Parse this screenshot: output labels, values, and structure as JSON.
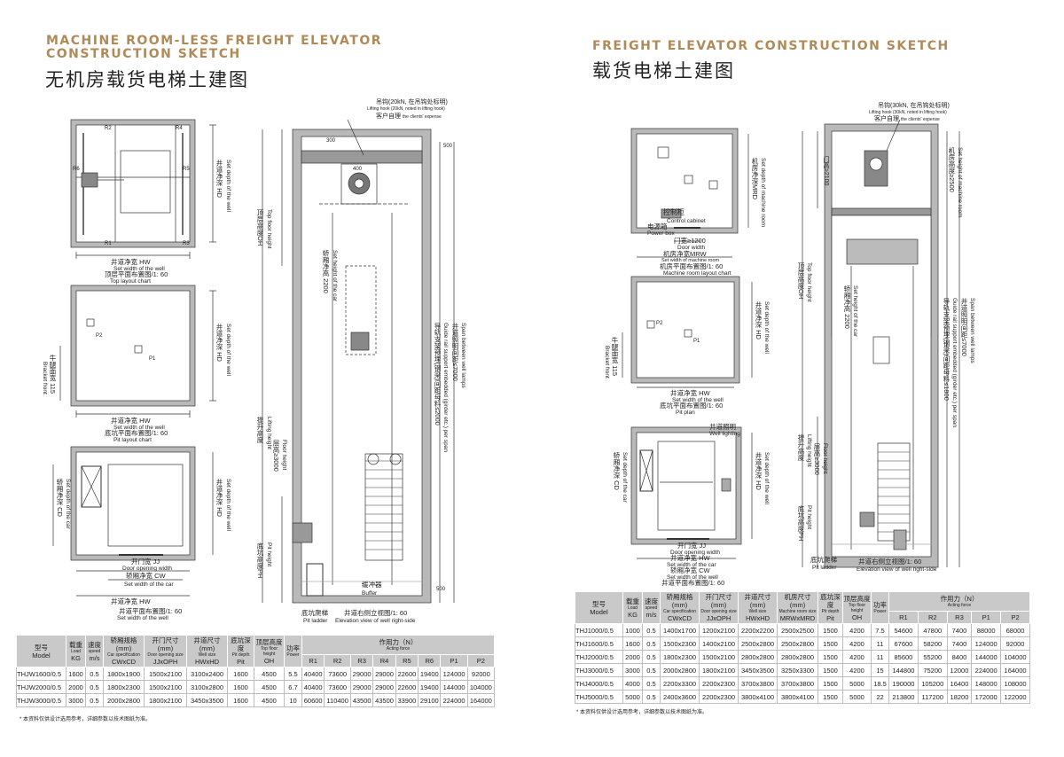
{
  "left": {
    "title_en_line1": "MACHINE ROOM-LESS FREIGHT ELEVATOR",
    "title_en_line2": "CONSTRUCTION SKETCH",
    "title_cn": "无机房载货电梯土建图",
    "top_plan": {
      "caption_cn": "井道净宽 HW",
      "caption_en": "Set width of the well",
      "caption2_cn": "顶层平面布置图/1: 60",
      "caption2_en": "Top layout chart",
      "side_cn": "井道净深 HD",
      "side_en": "Set depth of the well",
      "r_labels": [
        "R2",
        "R4",
        "R6",
        "R5",
        "R3",
        "R1"
      ]
    },
    "pit_plan": {
      "caption_cn": "井道净宽 HW",
      "caption_en": "Set width of the well",
      "caption2_cn": "底坑平面布置图/1: 60",
      "caption2_en": "Pit layout chart",
      "side_cn": "井道净深 HD",
      "side_en": "Set depth of the well",
      "left_cn": "牛腿面宽 115",
      "left_en": "Bracket front",
      "p1": "P1",
      "p2": "P2"
    },
    "car_plan": {
      "door_cn": "开门宽 JJ",
      "door_en": "Door opening width",
      "car_w_cn": "轿厢净宽 CW",
      "car_w_en": "Set width of the car",
      "well_w_cn": "井道净宽 HW",
      "well_w_en": "Set width of the well",
      "caption_cn": "井道平面布置图/1: 60",
      "side_cd_cn": "轿厢净深 CD",
      "side_cd_en": "Set depth of the car",
      "side_hd_cn": "井道净深 HD",
      "side_hd_en": "Set depth of the well"
    },
    "elevation": {
      "hook_cn": "吊钩(20kN, 在吊钩处标明)",
      "hook_en": "Lifting hook (20kN, noted in lifting hook)",
      "client_cn": "客户自理",
      "client_en": "the clients' expense",
      "top_floor_cn": "顶层高度OH",
      "top_floor_en": "Top floor height",
      "car_h_cn": "轿厢净高 2200",
      "car_h_en": "Set height of the car",
      "lift_cn": "提升高度",
      "lift_en": "Lifting height",
      "floor_cn": "层高≥3000",
      "floor_en": "Floor height",
      "pit_cn": "底坑高度PH",
      "pit_en": "Pit height",
      "rail_cn": "导轨支架预埋(钢梁)间距母料≤2000",
      "rail_en": "Guide rail support embedded (girder etc.) per span",
      "lamp_cn": "井道照明间距≤7000",
      "lamp_en": "Span between well lamps",
      "buffer_cn": "缓冲器",
      "buffer_en": "Buffer",
      "ladder_cn": "底坑爬梯",
      "ladder_en": "Pit ladder",
      "caption_cn": "井道右侧立视图/1: 60",
      "caption_en": "Elevation view of well right-side",
      "dim_300": "300",
      "dim_500a": "500",
      "dim_500b": "500",
      "dim_400": "400"
    },
    "table": {
      "headers": {
        "model_cn": "型号",
        "model_en": "Model",
        "load_cn": "载重",
        "load_en": "Load",
        "load_unit": "KG",
        "speed_cn": "速度",
        "speed_en": "speed",
        "speed_unit": "m/s",
        "car_cn": "轿厢规格",
        "car_mm": "(mm)",
        "car_en": "Car specification",
        "car_code": "CWxCD",
        "door_cn": "开门尺寸",
        "door_mm": "(mm)",
        "door_en": "Door opening size",
        "door_code": "JJxOPH",
        "well_cn": "井道尺寸",
        "well_mm": "(mm)",
        "well_en": "Well size",
        "well_code": "HWxHD",
        "pit_cn": "底坑深度",
        "pit_en": "Pit depth",
        "pit_code": "Pit",
        "oh_cn": "顶层高度",
        "oh_en": "Top floor height",
        "oh_code": "OH",
        "power_cn": "功率",
        "power_en": "Power",
        "force_cn": "作用力（N）",
        "force_en": "Acting force",
        "force_cols": [
          "R1",
          "R2",
          "R3",
          "R4",
          "R5",
          "R6",
          "P1",
          "P2"
        ]
      },
      "rows": [
        [
          "THJW1600/0.5",
          "1600",
          "0.5",
          "1800x1900",
          "1500x2100",
          "3100x2400",
          "1600",
          "4500",
          "5.5",
          "40400",
          "73600",
          "29000",
          "29000",
          "22600",
          "19400",
          "124000",
          "92000"
        ],
        [
          "THJW2000/0.5",
          "2000",
          "0.5",
          "1800x2300",
          "1500x2100",
          "3100x2800",
          "1600",
          "4500",
          "6.7",
          "40400",
          "73600",
          "29000",
          "29000",
          "22600",
          "19400",
          "144000",
          "104000"
        ],
        [
          "THJW3000/0.5",
          "3000",
          "0.5",
          "2000x2800",
          "1800x2100",
          "3450x3500",
          "1600",
          "4500",
          "10",
          "60600",
          "110400",
          "43500",
          "43500",
          "33900",
          "29100",
          "224000",
          "164000"
        ]
      ],
      "note": "* 本资料仅供设计选用参考，详细参数以技术图纸为准。"
    }
  },
  "right": {
    "title_en": "FREIGHT ELEVATOR CONSTRUCTION SKETCH",
    "title_cn": "载货电梯土建图",
    "machine_plan": {
      "control_cn": "控制柜",
      "control_en": "Control cabinet",
      "power_cn": "电源箱",
      "power_en": "Power box",
      "door_cn": "门宽≥1200",
      "door_en": "Door width",
      "room_w_cn": "机房净宽MRW",
      "room_w_en": "Set width of machine room",
      "caption_cn": "机房平面布置图/1: 60",
      "caption_en": "Machine room layout chart",
      "side_cn": "机房净深MRD",
      "side_en": "Set depth of machine room"
    },
    "pit_plan": {
      "caption_cn": "井道净宽 HW",
      "caption_en": "Set width of the well",
      "caption2_cn": "底坑平面布置图/1: 60",
      "caption2_en": "Pit plan",
      "side_cn": "井道净深 HD",
      "side_en": "Set depth of the well",
      "left_cn": "牛腿面宽 115",
      "left_en": "Bracket front",
      "p1": "P1",
      "p2": "P2"
    },
    "car_plan": {
      "lighting_cn": "井道照明",
      "lighting_en": "Well lighting",
      "door_cn": "开门宽 JJ",
      "door_en": "Door opening width",
      "car_w_cn": "轿厢净宽 CW",
      "car_w_en": "Set width of the car",
      "well_w_cn": "井道净宽 HW",
      "well_w_en": "Set width of the well",
      "caption_cn": "井道平面布置图/1: 60",
      "side_cd_cn": "轿厢净深 CD",
      "side_cd_en": "Set depth of the car",
      "side_hd_cn": "井道净深 HD",
      "side_hd_en": "Set depth of the well"
    },
    "elevation": {
      "hook_cn": "吊钩(30kN, 在吊钩处标明)",
      "hook_en": "Lifting hook (30kN, noted in lifting hook)",
      "client_cn": "客户自理",
      "client_en": "the clients' expense",
      "door_h_cn": "门高≥2100",
      "room_h_cn": "机房高度≥2500",
      "room_h_en": "Set height of machine room",
      "top_floor_cn": "顶层高度OH",
      "top_floor_en": "Top floor height",
      "car_h_cn": "轿厢净高 2200",
      "car_h_en": "Set height of the car",
      "lift_cn": "提升高度",
      "lift_en": "Lifting height",
      "floor_cn": "层高≥3000",
      "floor_en": "Floor height",
      "pit_cn": "底坑高度PH",
      "pit_en": "Pit height",
      "rail_cn": "导轨支架预埋(钢梁)间距母料≤1800",
      "rail_en": "Guide rail support embedded (girder etc.) per span",
      "lamp_cn": "井道照明间距≤7000",
      "lamp_en": "Span between well lamps",
      "ladder_cn": "底坑爬梯",
      "ladder_en": "Pit ladder",
      "caption_cn": "井道右侧立视图/1: 60",
      "caption_en": "Elevation view of well right-side"
    },
    "table": {
      "headers": {
        "model_cn": "型号",
        "model_en": "Model",
        "load_cn": "载重",
        "load_en": "Load",
        "load_unit": "KG",
        "speed_cn": "速度",
        "speed_en": "speed",
        "speed_unit": "m/s",
        "car_cn": "轿厢规格",
        "car_mm": "(mm)",
        "car_en": "Car specification",
        "car_code": "CWxCD",
        "door_cn": "开门尺寸",
        "door_mm": "(mm)",
        "door_en": "Door opening size",
        "door_code": "JJxOPH",
        "well_cn": "井道尺寸",
        "well_mm": "(mm)",
        "well_en": "Well size",
        "well_code": "HWxHD",
        "room_cn": "机房尺寸",
        "room_mm": "(mm)",
        "room_en": "Machine room size",
        "room_code": "MRWxMRD",
        "pit_cn": "底坑深度",
        "pit_en": "Pit depth",
        "pit_code": "Pit",
        "oh_cn": "顶层高度",
        "oh_en": "Top floor height",
        "oh_code": "OH",
        "power_cn": "功率",
        "power_en": "Power",
        "force_cn": "作用力（N）",
        "force_en": "Acting force",
        "force_cols": [
          "R1",
          "R2",
          "R3",
          "P1",
          "P2"
        ]
      },
      "rows": [
        [
          "THJ1000/0.5",
          "1000",
          "0.5",
          "1400x1700",
          "1200x2100",
          "2200x2200",
          "2500x2500",
          "1500",
          "4200",
          "7.5",
          "54600",
          "47800",
          "7400",
          "88000",
          "68000"
        ],
        [
          "THJ1600/0.5",
          "1600",
          "0.5",
          "1500x2300",
          "1400x2100",
          "2500x2800",
          "2500x2800",
          "1500",
          "4200",
          "11",
          "67600",
          "58200",
          "7400",
          "124000",
          "92000"
        ],
        [
          "THJ2000/0.5",
          "2000",
          "0.5",
          "1800x2300",
          "1500x2100",
          "2800x2800",
          "2800x2800",
          "1500",
          "4200",
          "11",
          "85600",
          "55200",
          "8400",
          "144000",
          "104000"
        ],
        [
          "THJ3000/0.5",
          "3000",
          "0.5",
          "2000x2800",
          "1800x2100",
          "3450x3500",
          "3250x3300",
          "1500",
          "4200",
          "15",
          "144800",
          "75200",
          "12000",
          "224000",
          "164000"
        ],
        [
          "THJ4000/0.5",
          "4000",
          "0.5",
          "2200x3300",
          "2200x2300",
          "3700x3800",
          "3700x3800",
          "1500",
          "5000",
          "18.5",
          "190000",
          "105200",
          "16400",
          "148000",
          "108000"
        ],
        [
          "THJ5000/0.5",
          "5000",
          "0.5",
          "2400x3600",
          "2200x2300",
          "3800x4100",
          "3800x4100",
          "1500",
          "5000",
          "22",
          "213800",
          "117200",
          "18200",
          "172000",
          "122000"
        ]
      ],
      "note": "* 本资料仅供设计选用参考，详细参数以技术图纸为准。"
    }
  }
}
